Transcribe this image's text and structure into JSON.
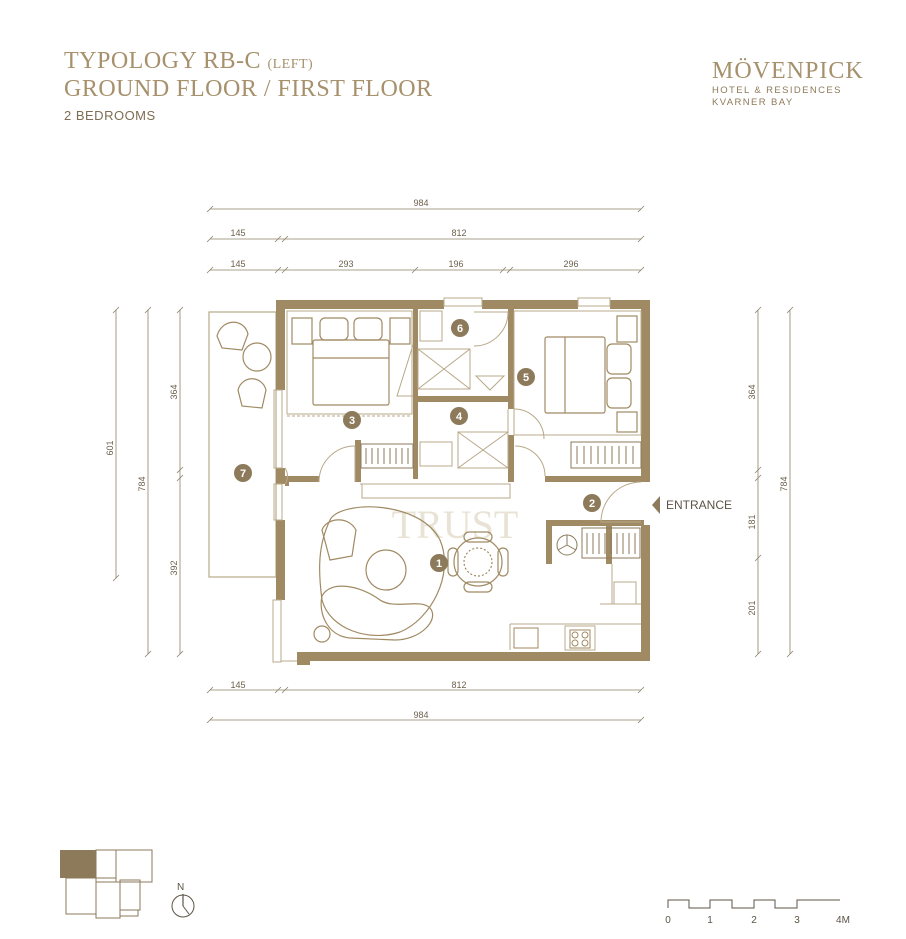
{
  "header": {
    "typology": "TYPOLOGY RB-C",
    "side": "(LEFT)",
    "floors": "GROUND FLOOR / FIRST FLOOR",
    "bedrooms": "2 BEDROOMS"
  },
  "brand": {
    "name": "MÖVENPICK",
    "line1": "HOTEL & RESIDENCES",
    "line2": "KVARNER BAY"
  },
  "watermark": "TRUST",
  "entrance_label": "ENTRANCE",
  "dimensions": {
    "top_total": "984",
    "top_terrace": "145",
    "top_interior": "812",
    "top_room_a": "293",
    "top_room_b": "196",
    "top_room_c": "296",
    "bottom_terrace": "145",
    "bottom_interior": "812",
    "bottom_total": "984",
    "left_terrace": "601",
    "left_total": "784",
    "left_upper": "364",
    "left_lower": "392",
    "right_upper": "364",
    "right_mid": "181",
    "right_lower": "201",
    "right_total": "784"
  },
  "rooms": {
    "r1": "1",
    "r2": "2",
    "r3": "3",
    "r4": "4",
    "r5": "5",
    "r6": "6",
    "r7": "7"
  },
  "compass": {
    "label": "N"
  },
  "scale": {
    "t0": "0",
    "t1": "1",
    "t2": "2",
    "t3": "3",
    "t4": "4M"
  },
  "colors": {
    "wall": "#a08a63",
    "line": "#b8a888",
    "text": "#a6916c"
  }
}
